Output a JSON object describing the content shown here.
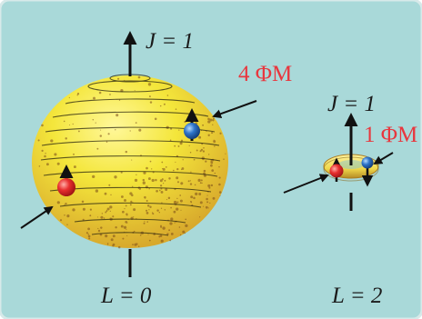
{
  "colors": {
    "background": "#a9d9d9",
    "frame": "#b8d8d8",
    "sphere": "#f4e63b",
    "sphere_shadow": "#c49a2a",
    "speckle": "#7a4a18",
    "red_particle": "#e82f2f",
    "blue_particle": "#2e74c9",
    "ring": "#f0d84a",
    "label_black": "#1b1b1b",
    "label_red": "#e8373e"
  },
  "labels": {
    "big_sphere_j": "J = 1",
    "big_sphere_l": "L = 0",
    "big_sphere_flux": "4 ΦM",
    "ring_j": "J = 1",
    "ring_l": "L = 2",
    "ring_flux": "1 ΦM"
  },
  "icons": {
    "particle_red": "red-particle-icon",
    "particle_blue": "blue-particle-icon",
    "arrow": "pointer-arrow-icon",
    "angular_momentum": "up-arrow-icon"
  }
}
